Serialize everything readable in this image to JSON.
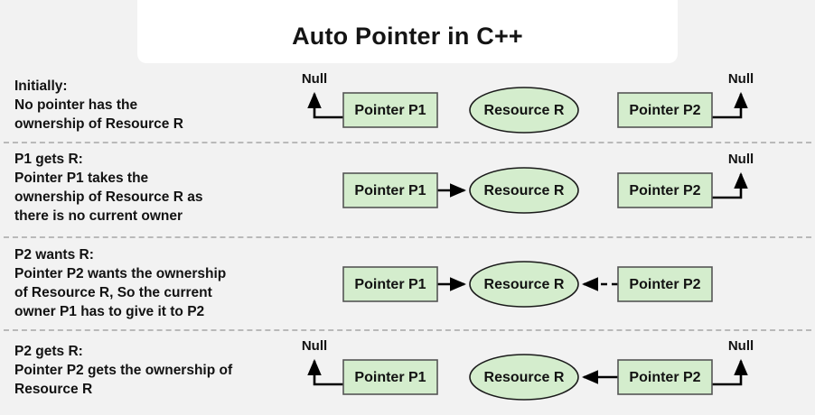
{
  "title": "Auto Pointer in C++",
  "colors": {
    "background": "#f2f2f2",
    "card": "#ffffff",
    "node_fill": "#d4edcd",
    "node_stroke": "#555555",
    "ellipse_stroke": "#1a1a1a",
    "arrow": "#000000",
    "divider": "#b9b9b9",
    "text": "#121212"
  },
  "labels": {
    "pointer_p1": "Pointer P1",
    "pointer_p2": "Pointer P2",
    "resource_r": "Resource R",
    "null": "Null"
  },
  "rows": [
    {
      "id": "initially",
      "heading": "Initially:",
      "lines": [
        "No pointer has the",
        "ownership of Resource R"
      ],
      "p1_null": true,
      "p2_null": true,
      "p1_to_r": "none",
      "p2_to_r": "none"
    },
    {
      "id": "p1-gets-r",
      "heading": "P1 gets R:",
      "lines": [
        "Pointer P1 takes the",
        "ownership of Resource R as",
        "there is no current owner"
      ],
      "p1_null": false,
      "p2_null": true,
      "p1_to_r": "solid",
      "p2_to_r": "none"
    },
    {
      "id": "p2-wants-r",
      "heading": "P2 wants R:",
      "lines": [
        "Pointer P2 wants the ownership",
        "of Resource R, So the current",
        "owner P1 has to give it to P2"
      ],
      "p1_null": false,
      "p2_null": false,
      "p1_to_r": "solid",
      "p2_to_r": "dashed"
    },
    {
      "id": "p2-gets-r",
      "heading": "P2 gets R:",
      "lines": [
        "Pointer P2 gets the ownership of",
        "Resource R"
      ],
      "p1_null": true,
      "p2_null": true,
      "p1_to_r": "none",
      "p2_to_r": "solid"
    }
  ]
}
